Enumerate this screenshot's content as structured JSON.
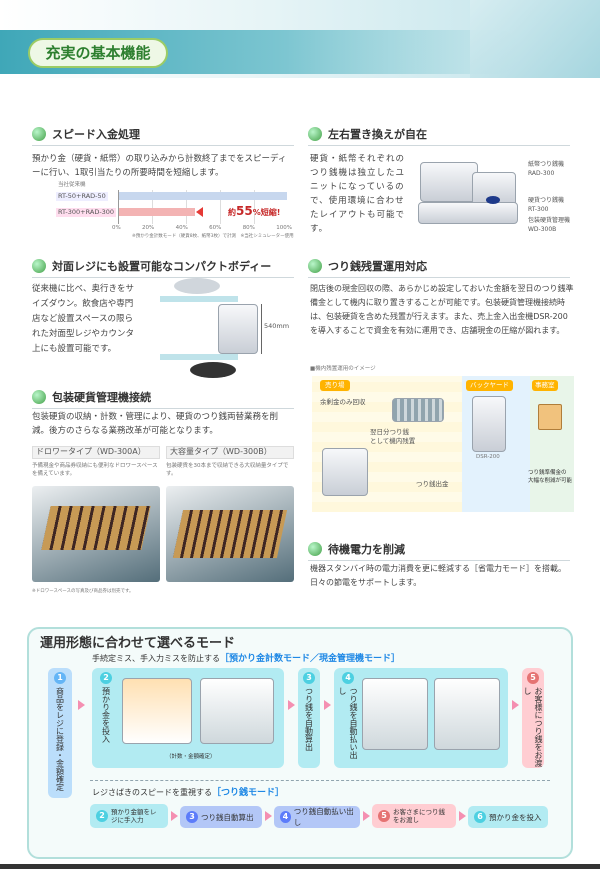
{
  "header": {
    "title": "充実の基本機能"
  },
  "speed": {
    "title": "スピード入金処理",
    "body": "預かり金（硬貨・紙幣）の取り込みから計数終了までをスピーディーに行い、1取引当たりの所要時間を短縮します。",
    "chart_caption": "当社従来機",
    "old_label": "RT-50+RAD-50",
    "new_label": "RT-300+RAD-300",
    "badge_pre": "約",
    "badge_num": "55",
    "badge_post": "%短縮!",
    "ticks": [
      "0%",
      "20%",
      "40%",
      "60%",
      "80%",
      "100%"
    ],
    "footnote": "※預かり金計数モード（硬貨8枚、紙幣3枚）で計測　※当社シミュレーター使用"
  },
  "swap": {
    "title": "左右置き換えが自在",
    "body": "硬貨・紙幣それぞれのつり銭機は独立したユニットになっているので、使用環境に合わせたレイアウトも可能です。",
    "callout1": "紙幣つり銭機",
    "callout1_model": "RAD-300",
    "callout2": "硬貨つり銭機",
    "callout2_model": "RT-300",
    "callout3": "包装硬貨管理機",
    "callout3_model": "WD-300B"
  },
  "compact": {
    "title": "対面レジにも設置可能なコンパクトボディー",
    "body": "従来機に比べ、奥行きをサイズダウン。飲食店や専門店など設置スペースの限られた対面型レジやカウンタ上にも設置可能です。",
    "dim": "540mm"
  },
  "carryover": {
    "title": "つり銭残置運用対応",
    "body": "閉店後の現金回収の際、あらかじめ設定しておいた金額を翌日のつり銭準備金として機内に取り置きすることが可能です。包装硬貨管理機接続時は、包装硬貨を含めた残置が行えます。また、売上金入出金機DSR-200を導入することで資金を有効に運用でき、店舗現金の圧縮が図れます。",
    "diagram_caption": "■機内残置運用のイメージ",
    "zone_sales": "売り場",
    "zone_back": "バックヤード",
    "zone_office": "事務室",
    "label_surplus": "余剰金のみ回収",
    "label_next": "翌日分つり銭\nとして機内残置",
    "label_dsr": "DSR-200",
    "label_out": "つり銭出金",
    "label_safe": "つり銭準備金の\n大幅な削減が可能"
  },
  "wrap": {
    "title": "包装硬貨管理機接続",
    "body": "包装硬貨の収納・計数・管理により、硬貨のつり銭両替業務を削減。後方のさらなる業務改革が可能となります。",
    "drawer_title": "ドロワータイプ（WD-300A）",
    "drawer_body": "予備現金や商品券収納にも便利なドロワースペースを備えています。",
    "large_title": "大容量タイプ（WD-300B）",
    "large_body": "包装硬貨を30本まで収納できる大収納量タイプです。",
    "footnote": "※ドロワースペースの写真及び商品券は別売です。"
  },
  "standby": {
    "title": "待機電力を削減",
    "body": "機器スタンバイ時の電力消費を更に軽減する［省電力モード］を搭載。日々の節電をサポートします。"
  },
  "modes": {
    "title": "運用形態に合わせて選べるモード",
    "top_lead": "手続定ミス、手入力ミスを防止する",
    "top_mode": "［預かり金計数モード／現金管理機モード］",
    "steps": [
      {
        "num": "1",
        "text": "商品をレジに登録・金額確定"
      },
      {
        "num": "2",
        "text": "預かり金を投入"
      },
      {
        "num": "3",
        "text": "つり銭を自動算出"
      },
      {
        "num": "4",
        "text": "つり銭を自動払い出し"
      },
      {
        "num": "5",
        "text": "お客様につり銭をお渡し"
      }
    ],
    "photo_caption": "（計数・金額確定）",
    "bottom_lead": "レジさばきのスピードを重視する",
    "bottom_mode": "［つり銭モード］",
    "bottom_steps": [
      {
        "num": "2",
        "text": "預かり金額をレジに手入力"
      },
      {
        "num": "3",
        "text": "つり銭自動算出"
      },
      {
        "num": "4",
        "text": "つり銭自動払い出し"
      },
      {
        "num": "5",
        "text": "お客さまにつり銭をお渡し"
      },
      {
        "num": "6",
        "text": "預かり金を投入"
      }
    ]
  },
  "colors": {
    "accent": "#3fa7b8",
    "green": "#43a047",
    "pink": "#e57373",
    "blue_step": "#64b5f6"
  }
}
